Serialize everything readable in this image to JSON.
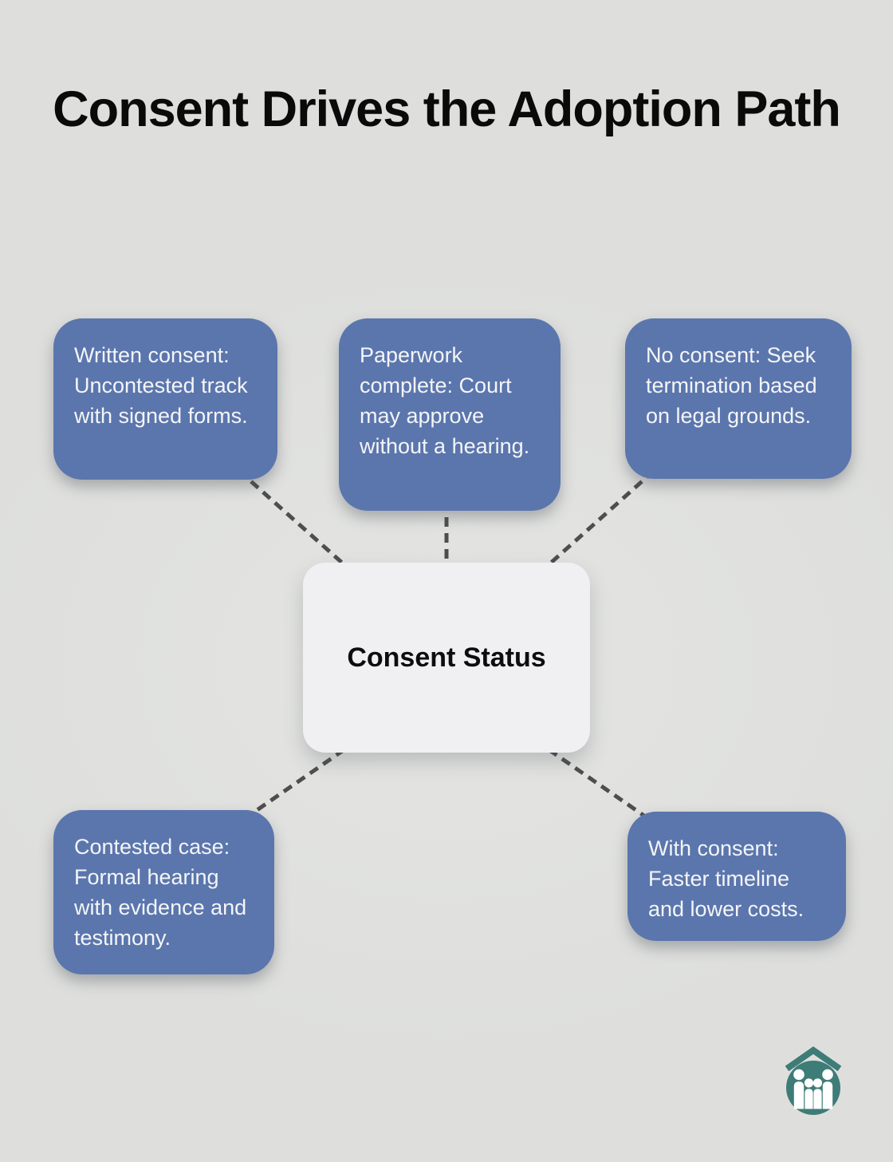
{
  "title": "Consent Drives the Adoption Path",
  "center": {
    "label": "Consent Status"
  },
  "nodes": [
    {
      "position": "top-left",
      "text": "Written consent: Uncontested track with signed forms."
    },
    {
      "position": "top-center",
      "text": "Paperwork complete: Court may approve without a hearing."
    },
    {
      "position": "top-right",
      "text": "No consent: Seek termination based on legal grounds."
    },
    {
      "position": "bottom-left",
      "text": "Contested case: Formal hearing with evidence and testimony."
    },
    {
      "position": "bottom-right",
      "text": "With consent: Faster timeline and lower costs."
    }
  ],
  "logo": {
    "icon": "family-under-roof-icon"
  },
  "colors": {
    "background": "#dedfdd",
    "node_fill": "#5b76ad",
    "node_text": "#f4f5f7",
    "center_fill": "#f0f0f2",
    "center_text": "#0d0d0d",
    "connector": "#4e4e4e",
    "title_color": "#0a0a0a",
    "logo_teal": "#3e7c77"
  }
}
